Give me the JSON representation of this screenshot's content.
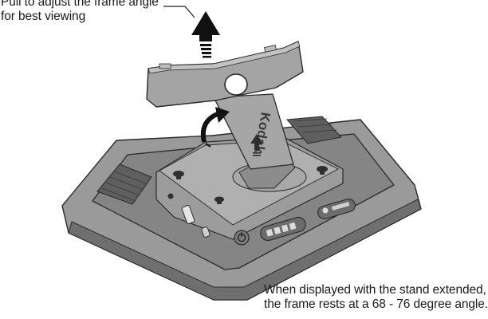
{
  "annotations": {
    "pull_instruction": {
      "line1": "Pull to adjust the frame angle",
      "line2": "for best viewing"
    },
    "angle_note": {
      "line1": "When displayed with the stand extended,",
      "line2": "the frame rests at a 68 - 76 degree angle."
    }
  },
  "stand": {
    "brand_text": "Kodak"
  },
  "colors": {
    "frame_gray": "#8e8e8e",
    "panel_gray": "#7b7b7b",
    "stand_gray": "#a4a4a4",
    "arrow_black": "#111111",
    "outline": "#2a2a2a"
  }
}
